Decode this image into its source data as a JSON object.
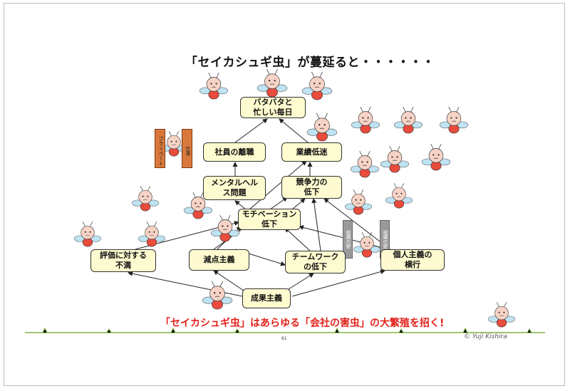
{
  "title": "「セイカシュギ虫」が蔓延ると・・・・・・",
  "nodes": {
    "busy": [
      "バタバタと",
      "忙しい毎日"
    ],
    "turnover": [
      "社員の離職"
    ],
    "slump": [
      "業績低迷"
    ],
    "mental": [
      "メンタルヘル",
      "ス問題"
    ],
    "competitiveness": [
      "競争力の",
      "低下"
    ],
    "motivation": [
      "モチベーション",
      "低下"
    ],
    "dissatisfaction": [
      "評価に対する",
      "不満"
    ],
    "deduction": [
      "減点主義"
    ],
    "teamwork": [
      "チームワーク",
      "の低下"
    ],
    "individualism": [
      "個人主義の",
      "横行"
    ],
    "results": [
      "成果主義"
    ]
  },
  "walls": {
    "left": "組織の壁",
    "right": "組織の壁"
  },
  "door": {
    "left": "プライベート",
    "right": "仕事"
  },
  "caption": "「セイカシュギ虫」はあらゆる「会社の害虫」の大繁殖を招く!",
  "page_number": "61",
  "credit": "© Yuji Kishira",
  "colors": {
    "box_fill": "#fffbd0",
    "caption": "#e3231c",
    "bug_body": "#e94b3c",
    "bug_face": "#f6d3c6",
    "grass": "#7cb342"
  }
}
